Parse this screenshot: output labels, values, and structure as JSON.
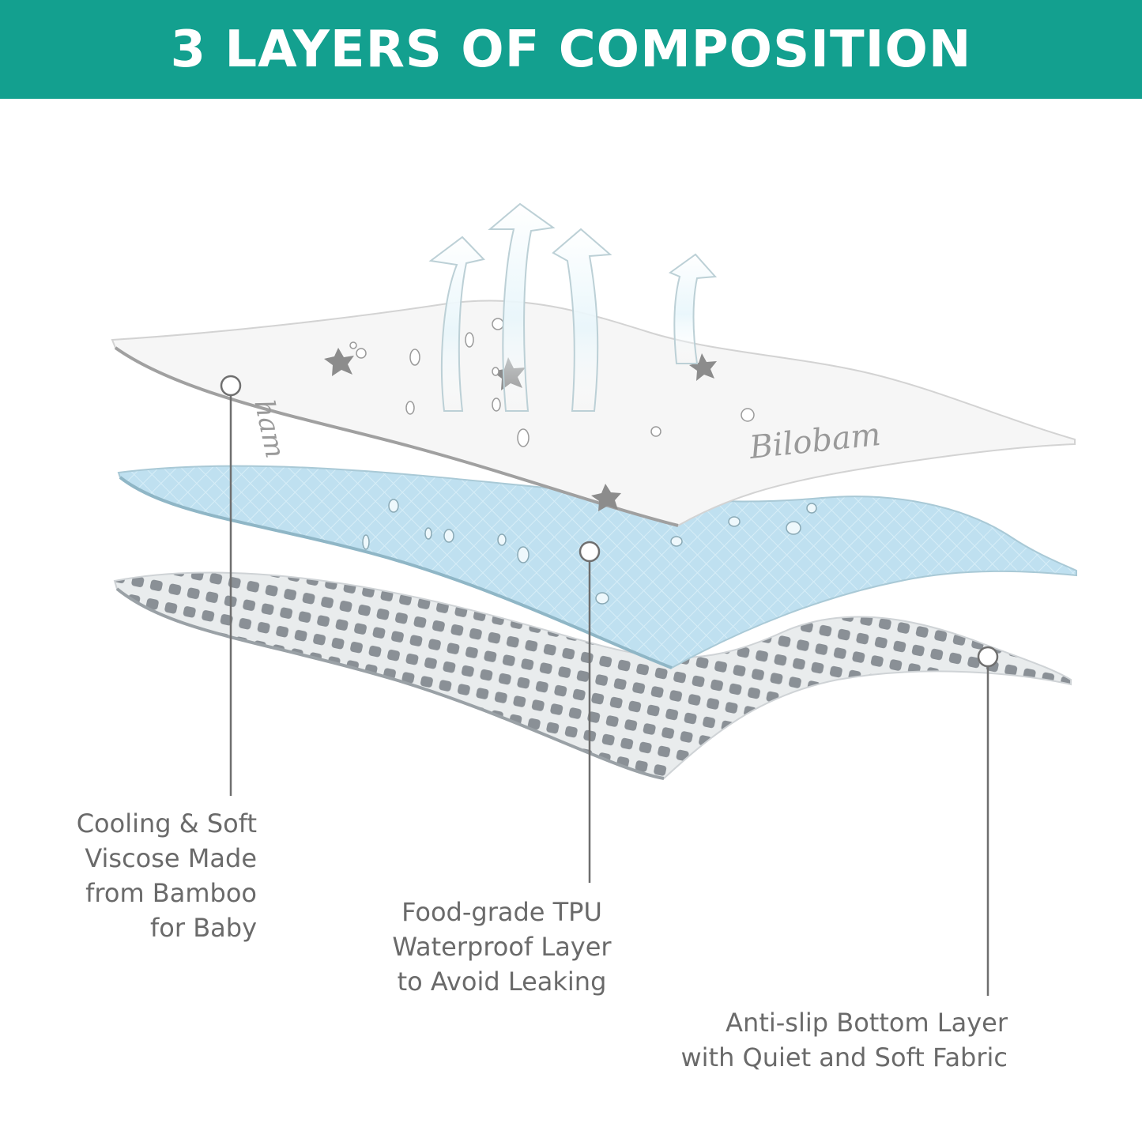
{
  "header": {
    "title": "3 LAYERS OF COMPOSITION"
  },
  "colors": {
    "banner": "#13a08f",
    "label_text": "#6a6a6a",
    "top_layer": "#f6f6f6",
    "middle_layer": "#bfe0f0",
    "bottom_layer_dots": "#8a9096"
  },
  "illustration": {
    "brand_text": "Bilobam"
  },
  "layers": [
    {
      "id": "top",
      "description": "Cooling & Soft\nViscose Made\nfrom Bamboo\nfor Baby"
    },
    {
      "id": "middle",
      "description": "Food-grade TPU\nWaterproof Layer\nto Avoid Leaking"
    },
    {
      "id": "bottom",
      "description": "Anti-slip Bottom Layer\nwith Quiet and Soft Fabric"
    }
  ]
}
